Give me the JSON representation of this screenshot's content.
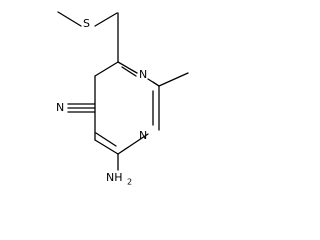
{
  "molecule": {
    "atoms": {
      "sulfur": "S",
      "ring_nitrogen_top": "N",
      "ring_nitrogen_bottom": "N",
      "nitrile_nitrogen": "N",
      "amino_group": "NH",
      "amino_subscript": "2"
    }
  }
}
